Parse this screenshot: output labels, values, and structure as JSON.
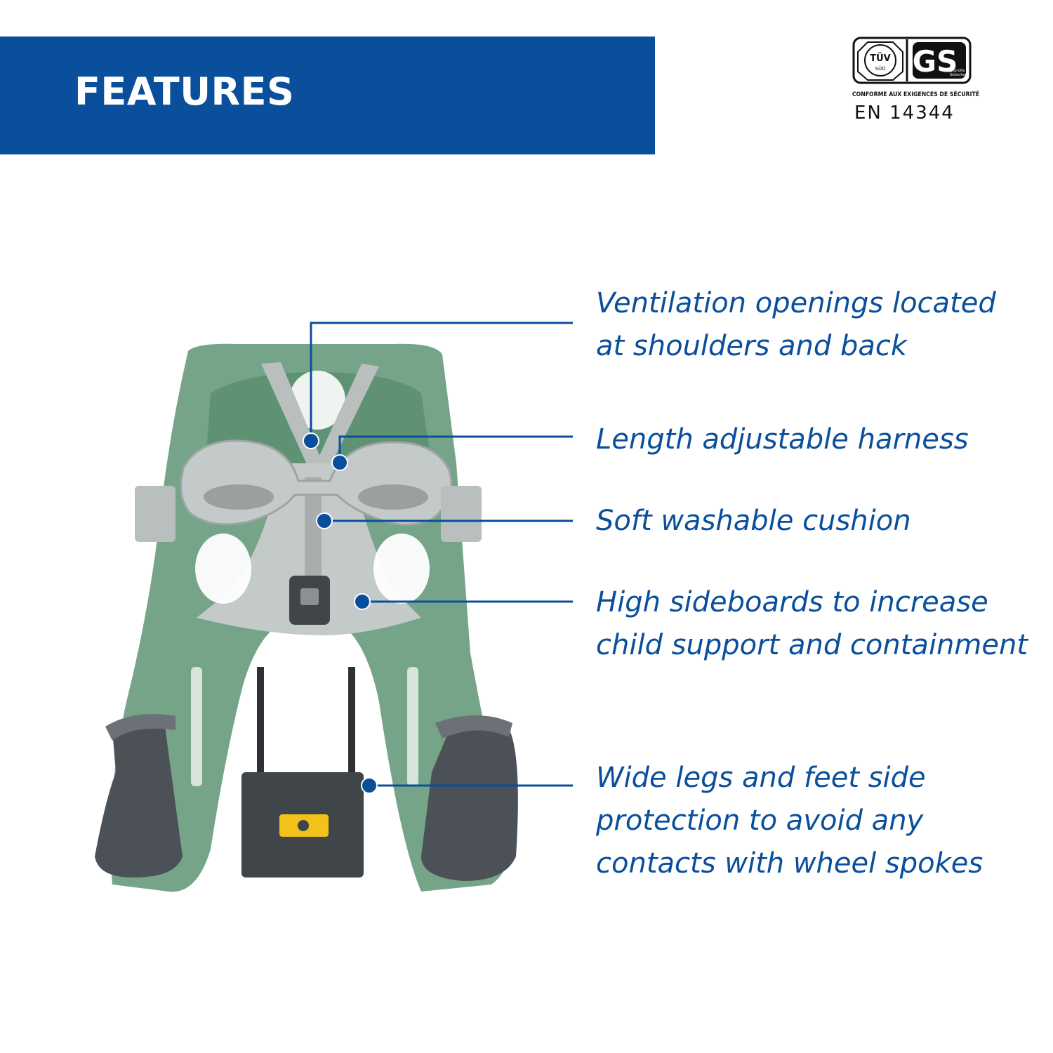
{
  "header": {
    "title": "FEATURES"
  },
  "certification": {
    "tuv_mark": "TÜV",
    "tuv_sub": "SÜD",
    "gs_mark": "GS",
    "gs_sub_1": "geprüfte",
    "gs_sub_2": "Sicherheit",
    "conformity_text": "CONFORME AUX EXIGENCES DE SÉCURITÉ",
    "standard": "EN 14344"
  },
  "features": [
    {
      "lines": [
        "Ventilation openings located",
        "at shoulders and back"
      ]
    },
    {
      "lines": [
        "Length adjustable harness"
      ]
    },
    {
      "lines": [
        "Soft washable cushion"
      ]
    },
    {
      "lines": [
        "High sideboards to increase",
        "child support and containment"
      ]
    },
    {
      "lines": [
        "Wide legs and feet side",
        "protection to avoid any",
        "contacts with wheel spokes"
      ]
    }
  ],
  "colors": {
    "brand_blue": "#0a4f9c",
    "seat_green": "#5e9473",
    "harness_gray": "#b9bfbf",
    "foot_gray": "#4b5156",
    "button_yellow": "#f2c21b"
  }
}
